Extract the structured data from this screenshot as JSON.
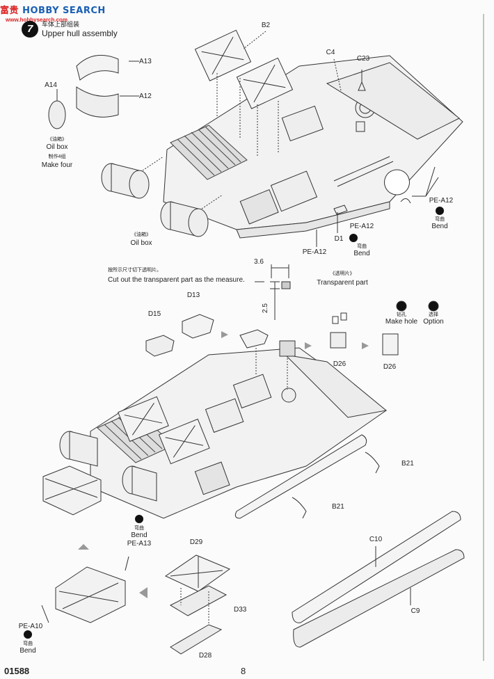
{
  "watermark": {
    "brand_a": "HOBBY",
    "brand_b": " SEARCH",
    "url": "www.hobbysearch.com"
  },
  "step": {
    "number": "7",
    "title_cn": "车体上部组装",
    "title": "Upper hull assembly"
  },
  "labels": {
    "b2": "B2",
    "c4": "C4",
    "c23": "C23",
    "a13": "A13",
    "a12": "A12",
    "a14": "A14",
    "oil_box_cn": "《油箱》",
    "oil_box": "Oil box",
    "make_four_cn": "制作4组",
    "make_four": "Make four",
    "oil_box2_cn": "《油箱》",
    "oil_box2": "Oil box",
    "pe_a12_right": "PE-A12",
    "bend_cn_1": "弯曲",
    "bend_1": "Bend",
    "pe_a12_mid": "PE-A12",
    "bend_cn_2": "弯曲",
    "bend_2": "Bend",
    "d1": "D1",
    "pe_a12_low": "PE-A12",
    "dim_36": "3.6",
    "dim_25": "2.5",
    "cut_cn": "按所示尺寸切下透明片。",
    "cut": "Cut out the transparent part as the measure.",
    "transparent_cn": "《透明片》",
    "transparent": "Transparent part",
    "hole_cn": "钻孔",
    "make_hole": "Make hole",
    "option_cn": "选择",
    "option": "Option",
    "d13": "D13",
    "d15": "D15",
    "d26a": "D26",
    "d26b": "D26",
    "b21a": "B21",
    "b21b": "B21",
    "bend_cn_3": "弯曲",
    "bend_3": "Bend",
    "pe_a13": "PE-A13",
    "d29": "D29",
    "d33": "D33",
    "d28": "D28",
    "c10": "C10",
    "c9": "C9",
    "pe_a10": "PE-A10",
    "bend_cn_4": "弯曲",
    "bend_4": "Bend"
  },
  "footer": {
    "code": "01588",
    "page": "8"
  }
}
